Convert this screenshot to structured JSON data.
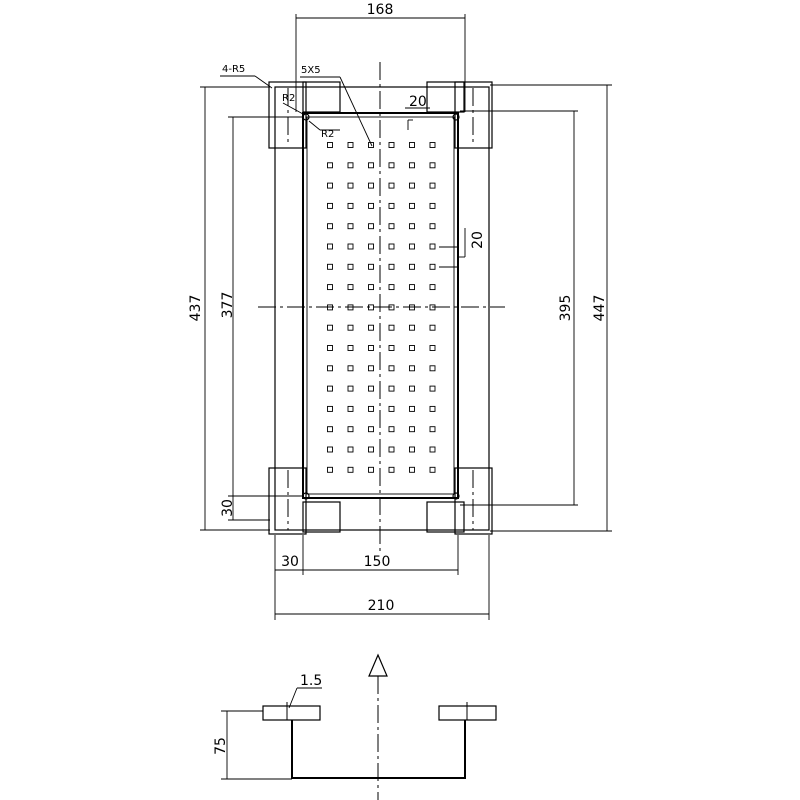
{
  "drawing": {
    "top_view": {
      "dim_top_width": "168",
      "dim_corner_radius_outer": "4-R5",
      "dim_hole_size": "5X5",
      "dim_r2_top": "R2",
      "dim_r2_inner": "R2",
      "dim_pitch_h": "20",
      "dim_pitch_v": "20",
      "dim_left_outer": "437",
      "dim_left_inner": "377",
      "dim_left_bottom": "30",
      "dim_right_inner": "395",
      "dim_right_outer": "447",
      "dim_bottom_offset": "30",
      "dim_bottom_inner": "150",
      "dim_bottom_overall": "210"
    },
    "side_view": {
      "dim_thickness": "1.5",
      "dim_height": "75"
    }
  }
}
